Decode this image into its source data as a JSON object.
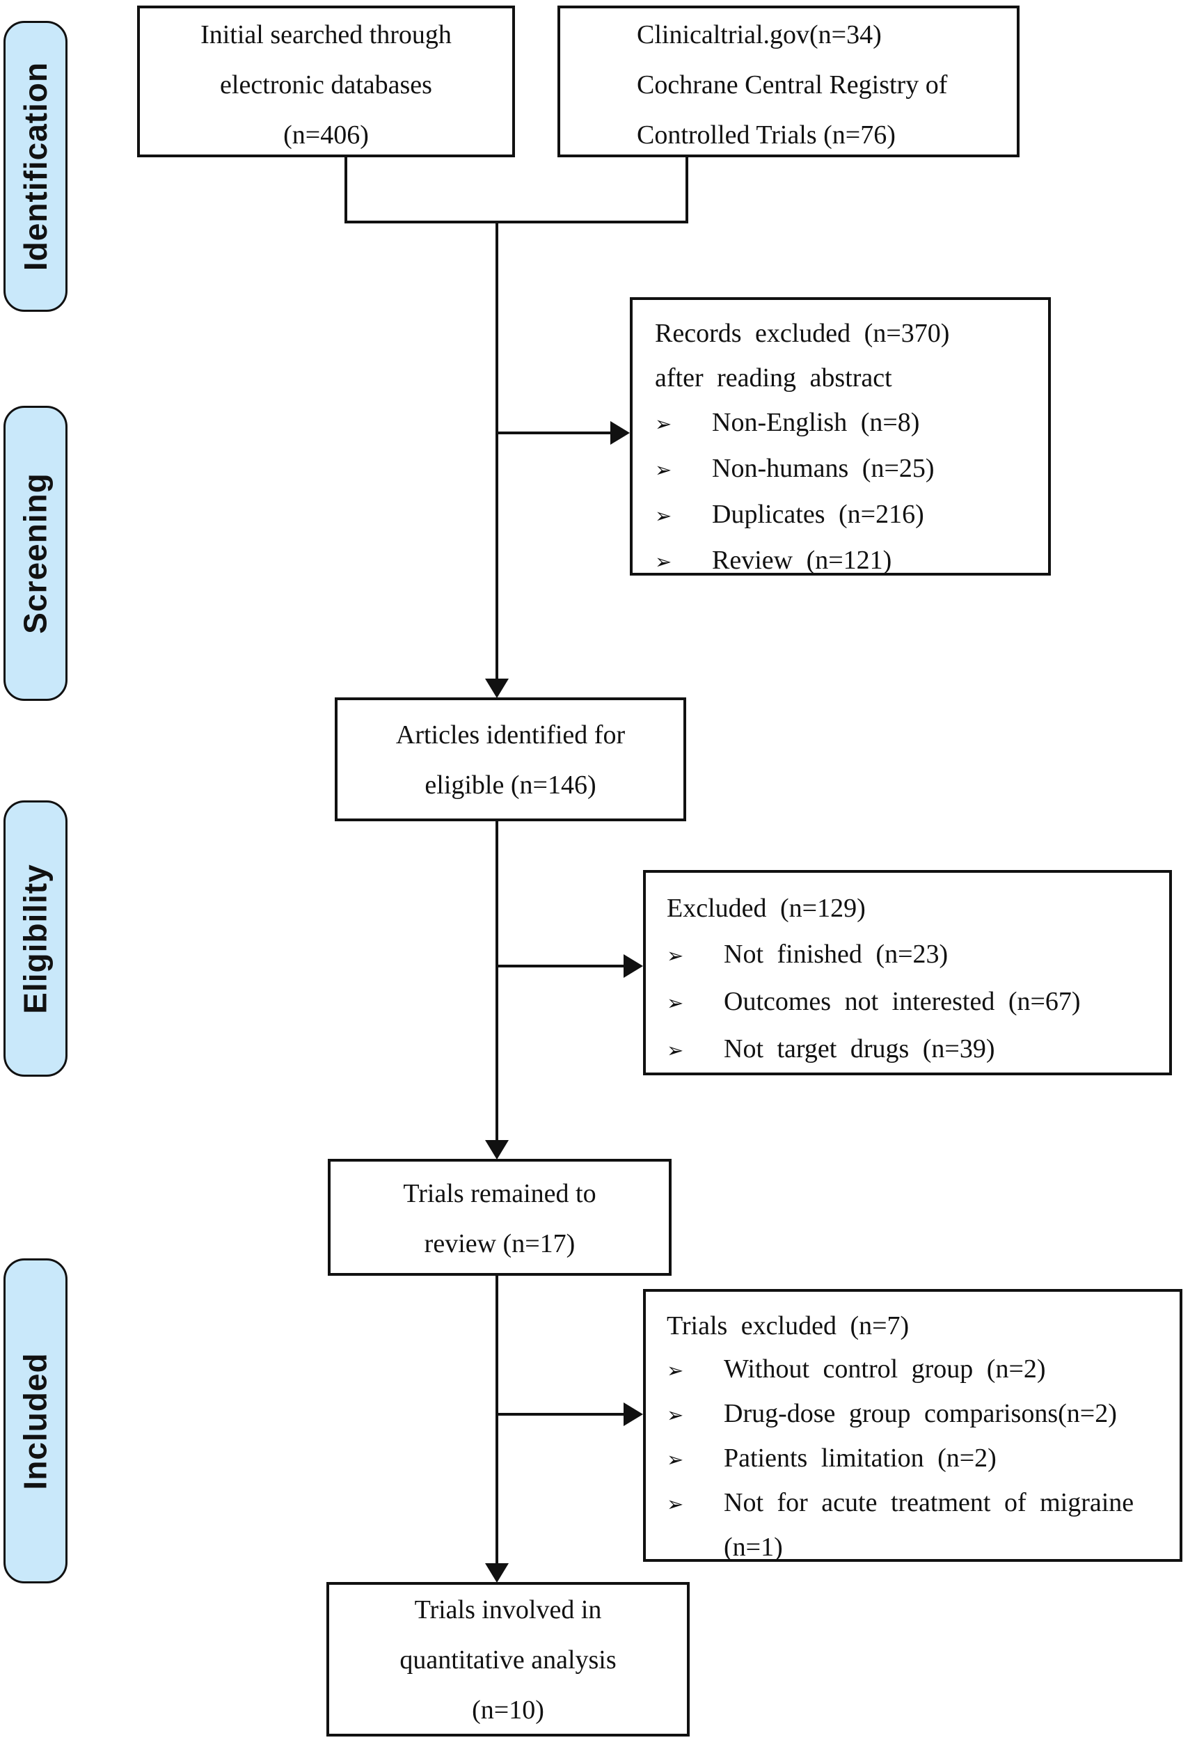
{
  "glyphs": {
    "bullet": "➢"
  },
  "colors": {
    "stage_fill": "#c9e8fa",
    "stage_border": "#111111",
    "box_border": "#111111",
    "line": "#111111"
  },
  "stages": {
    "identification": "Identification",
    "screening": "Screening",
    "eligibility": "Eligibility",
    "included": "Included"
  },
  "boxes": {
    "initial_search": {
      "lines": [
        "Initial searched through",
        "electronic databases",
        "(n=406)"
      ]
    },
    "registries": {
      "lines": [
        "Clinicaltrial.gov(n=34)",
        "Cochrane Central Registry of",
        "Controlled Trials (n=76)"
      ]
    },
    "records_excluded": {
      "header_lines": [
        "Records excluded (n=370)",
        "after reading abstract"
      ],
      "bullets": [
        "Non-English (n=8)",
        "Non-humans (n=25)",
        "Duplicates (n=216)",
        "Review (n=121)"
      ]
    },
    "articles_identified": {
      "lines": [
        "Articles identified for",
        "eligible (n=146)"
      ]
    },
    "excluded_eligibility": {
      "title": "Excluded (n=129)",
      "bullets": [
        "Not finished (n=23)",
        "Outcomes not interested (n=67)",
        "Not target drugs (n=39)"
      ]
    },
    "trials_remained": {
      "lines": [
        "Trials remained to",
        "review (n=17)"
      ]
    },
    "trials_excluded": {
      "title": "Trials excluded (n=7)",
      "bullets": [
        "Without control group (n=2)",
        "Drug-dose group comparisons(n=2)",
        "Patients limitation (n=2)",
        "Not for acute treatment of migraine"
      ],
      "bullet4_continuation": "(n=1)"
    },
    "quantitative": {
      "lines": [
        "Trials involved in",
        "quantitative analysis",
        "(n=10)"
      ]
    }
  }
}
